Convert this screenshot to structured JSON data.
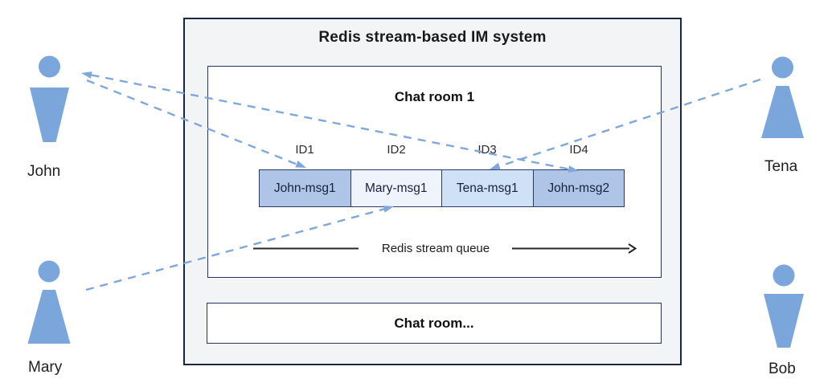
{
  "diagram": {
    "title": "Redis stream-based IM system",
    "chat_room_1": {
      "title": "Chat room 1",
      "queue_label": "Redis stream queue",
      "queue_direction": "left-to-right",
      "slots": [
        {
          "id": "ID1",
          "message": "John-msg1",
          "fill": "#aec5e7"
        },
        {
          "id": "ID2",
          "message": "Mary-msg1",
          "fill": "#eff3fb"
        },
        {
          "id": "ID3",
          "message": "Tena-msg1",
          "fill": "#cfe1f6"
        },
        {
          "id": "ID4",
          "message": "John-msg2",
          "fill": "#aec5e7"
        }
      ]
    },
    "chat_room_other": {
      "title": "Chat room..."
    },
    "users": [
      {
        "name": "John",
        "position": "top-left"
      },
      {
        "name": "Mary",
        "position": "bottom-left"
      },
      {
        "name": "Tena",
        "position": "top-right"
      },
      {
        "name": "Bob",
        "position": "bottom-right"
      }
    ],
    "connections": [
      {
        "from": "John",
        "to": "ID1 (John-msg1)",
        "style": "dashed-arrow"
      },
      {
        "from": "John",
        "to": "ID4 (John-msg2)",
        "style": "dashed-arrow-both-ends"
      },
      {
        "from": "Tena",
        "to": "ID3 (Tena-msg1)",
        "style": "dashed-arrow"
      },
      {
        "from": "Mary",
        "to": "ID2 (Mary-msg1)",
        "style": "dashed-arrow"
      }
    ],
    "colors": {
      "person": "#7ba6dc",
      "connector": "#7fa7dc",
      "box_border": "#24355e",
      "outer_fill": "#f3f4f6",
      "stream_arrow": "#262626"
    }
  }
}
